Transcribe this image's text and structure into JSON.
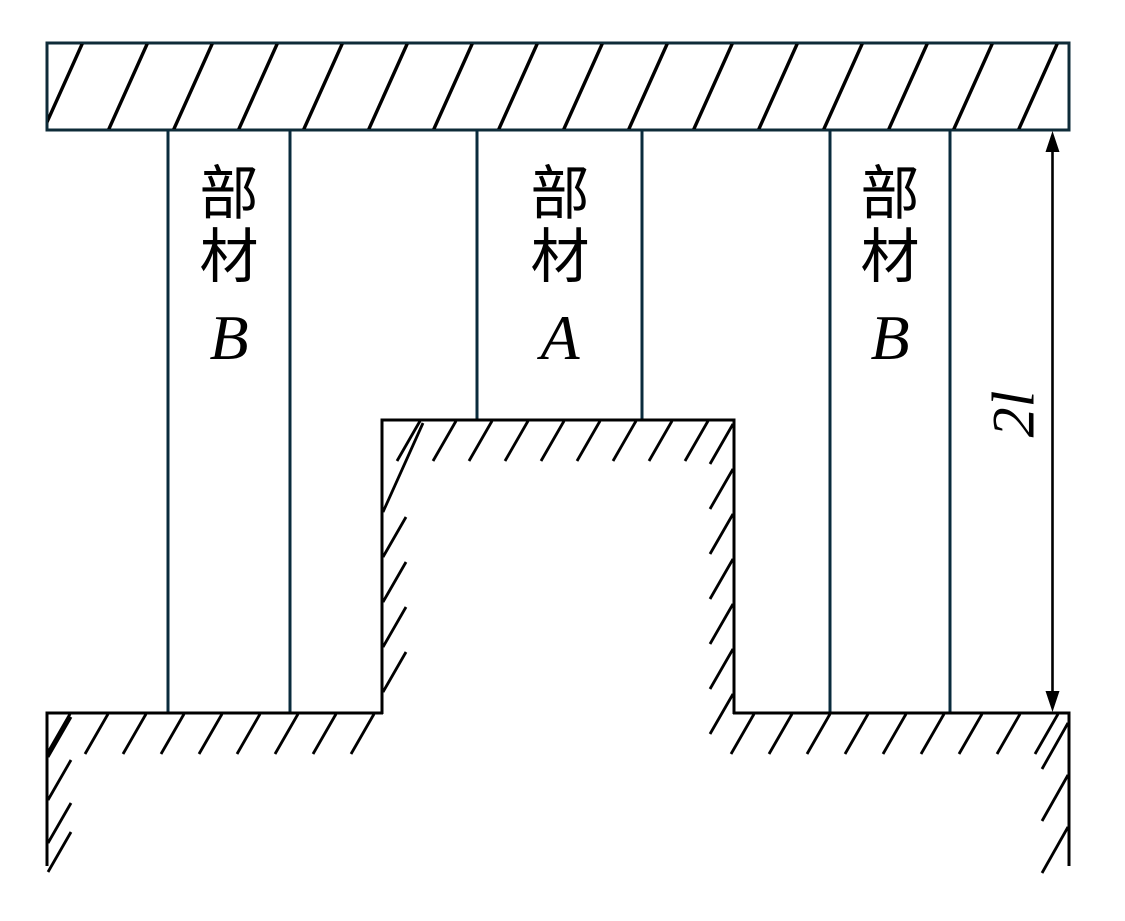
{
  "figure": {
    "type": "structural-members-between-fixed-supports",
    "members": [
      {
        "position": "left",
        "kanji": [
          "部",
          "材"
        ],
        "letter": "B"
      },
      {
        "position": "middle",
        "kanji": [
          "部",
          "材"
        ],
        "letter": "A"
      },
      {
        "position": "right",
        "kanji": [
          "部",
          "材"
        ],
        "letter": "B"
      }
    ],
    "dimension_label": "2l",
    "colors": {
      "member_line": "#0a2b3c",
      "support_outline": "#0e2b38",
      "hatch_and_ground": "#000000",
      "background": "#ffffff"
    }
  }
}
